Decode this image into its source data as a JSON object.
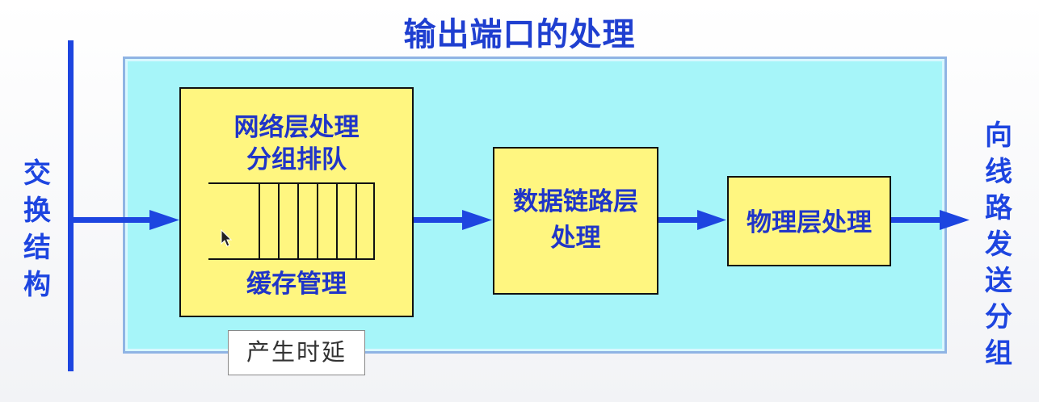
{
  "title": "输出端口的处理",
  "left_label": "交换结构",
  "right_label": "向线路发送分组",
  "network_box": {
    "line1": "网络层处理",
    "line2": "分组排队",
    "bottom": "缓存管理"
  },
  "datalink_box": {
    "line1": "数据链路层",
    "line2": "处理"
  },
  "physical_box": {
    "label": "物理层处理"
  },
  "delay_note": "产生时延",
  "colors": {
    "accent_blue": "#1d45e0",
    "panel_cyan": "#a6f5f9",
    "box_yellow": "#fff680"
  }
}
